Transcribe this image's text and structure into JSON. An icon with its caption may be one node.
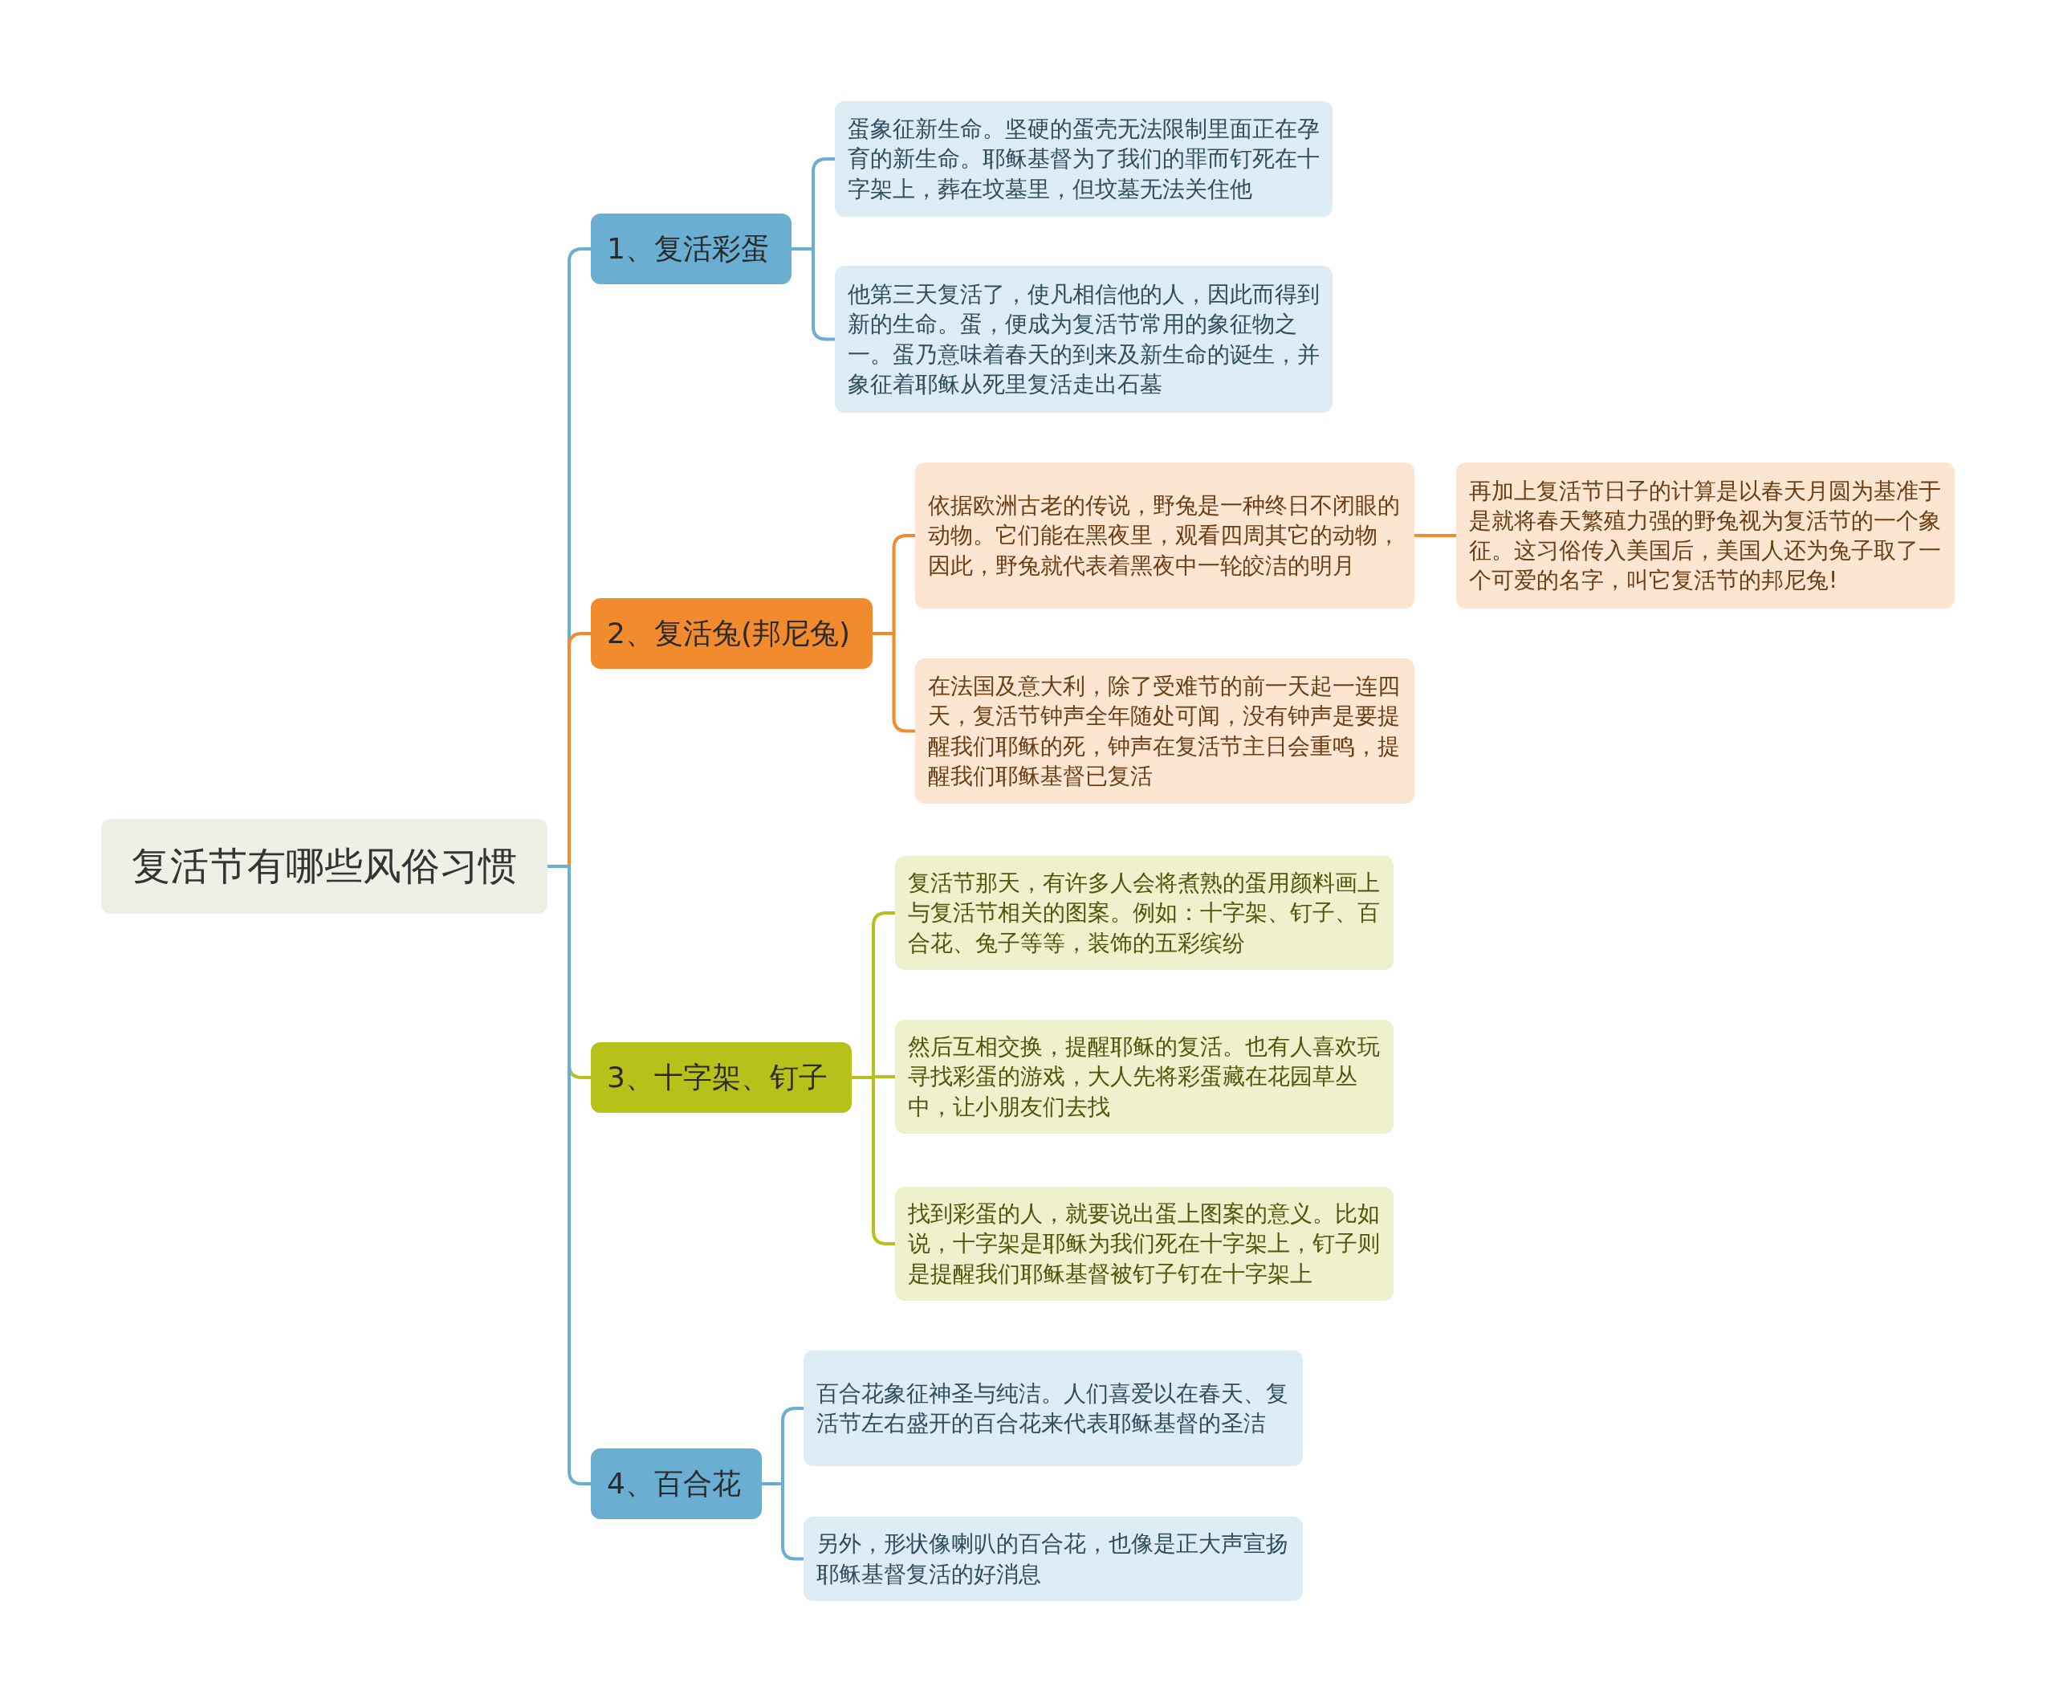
{
  "diagram": {
    "nodes": [
      {
        "text": [
          "复活节有哪些风俗习惯"
        ]
      },
      {
        "text": [
          "1、复活彩蛋"
        ]
      },
      {
        "text": [
          "蛋象征新生命。坚硬的蛋壳无法限制里面正在孕育的新生命。耶稣基督为了我们的罪而钉死在十字架上，葬在坟墓里，但坟墓无法关住他"
        ]
      },
      {
        "text": [
          "他第三天复活了，使凡相信他的人，因此而得到新的生命。蛋，便成为复活节常用的象征物之一。蛋乃意味着春天的到来及新生命的诞生，并象征着耶稣从死里复活走出石墓"
        ]
      },
      {
        "text": [
          "2、复活兔(邦尼兔)"
        ]
      },
      {
        "text": [
          "依据欧洲古老的传说，野兔是一种终日不闭眼的动物。它们能在黑夜里，观看四周其它的动物，因此，野兔就代表着黑夜中一轮皎洁的明月"
        ]
      },
      {
        "text": [
          "再加上复活节日子的计算是以春天月圆为基准于是就将春天繁殖力强的野兔视为复活节的一个象征。这习俗传入美国后，美国人还为兔子取了一个可爱的名字，叫它复活节的邦尼兔!"
        ]
      },
      {
        "text": [
          "在法国及意大利，除了受难节的前一天起一连四天，复活节钟声全年随处可闻，没有钟声是要提醒我们耶稣的死，钟声在复活节主日会重鸣，提醒我们耶稣基督已复活"
        ]
      },
      {
        "text": [
          "3、十字架、钉子"
        ]
      },
      {
        "text": [
          "复活节那天，有许多人会将煮熟的蛋用颜料画上与复活节相关的图案。例如：十字架、钉子、百合花、兔子等等，装饰的五彩缤纷"
        ]
      },
      {
        "text": [
          "然后互相交换，提醒耶稣的复活。也有人喜欢玩寻找彩蛋的游戏，大人先将彩蛋藏在花园草丛中，让小朋友们去找"
        ]
      },
      {
        "text": [
          "找到彩蛋的人，就要说出蛋上图案的意义。比如说，十字架是耶稣为我们死在十字架上，钉子则是提醒我们耶稣基督被钉子钉在十字架上"
        ]
      },
      {
        "text": [
          "4、百合花"
        ]
      },
      {
        "text": [
          "百合花象征神圣与纯洁。人们喜爱以在春天、复活节左右盛开的百合花来代表耶稣基督的圣洁"
        ]
      },
      {
        "text": [
          "另外，形状像喇叭的百合花，也像是正大声宣扬耶稣基督复活的好消息"
        ]
      }
    ],
    "edges": [
      {
        "from": 0,
        "to": 1,
        "arrow": "none"
      },
      {
        "from": 1,
        "to": 2,
        "arrow": "none"
      },
      {
        "from": 1,
        "to": 3,
        "arrow": "none"
      },
      {
        "from": 0,
        "to": 4,
        "arrow": "none",
        "color": "#f28a2e"
      },
      {
        "from": 4,
        "to": 5,
        "arrow": "none",
        "color": "#f28a2e"
      },
      {
        "from": 5,
        "to": 6,
        "arrow": "none",
        "color": "#f28a2e"
      },
      {
        "from": 4,
        "to": 7,
        "arrow": "none",
        "color": "#f28a2e"
      },
      {
        "from": 0,
        "to": 8,
        "arrow": "none",
        "color": "#b8c11a"
      },
      {
        "from": 8,
        "to": 9,
        "arrow": "none",
        "color": "#b8c11a"
      },
      {
        "from": 8,
        "to": 10,
        "arrow": "none",
        "color": "#b8c11a"
      },
      {
        "from": 8,
        "to": 11,
        "arrow": "none",
        "color": "#b8c11a"
      },
      {
        "from": 0,
        "to": 12,
        "arrow": "none"
      },
      {
        "from": 12,
        "to": 13,
        "arrow": "none"
      },
      {
        "from": 12,
        "to": 14,
        "arrow": "none"
      }
    ]
  }
}
